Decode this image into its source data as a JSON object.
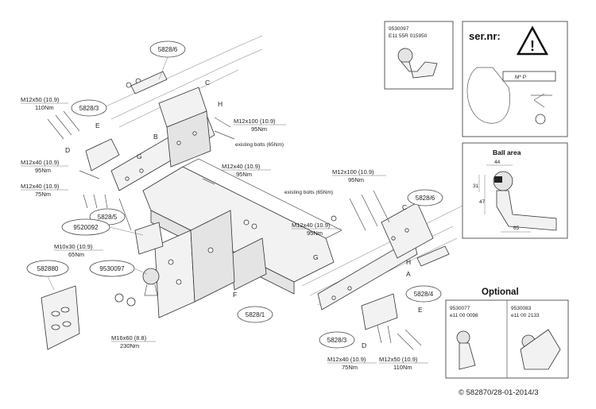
{
  "parts": {
    "p5828_6a": "5828/6",
    "p5828_3a": "5828/3",
    "p5828_5": "5828/5",
    "p9520092": "9520092",
    "p9530097": "9530097",
    "p582880": "582880",
    "p5828_1": "5828/1",
    "p5828_3b": "5828/3",
    "p5828_4": "5828/4",
    "p5828_6b": "5828/6"
  },
  "letters": {
    "C1": "C",
    "H1": "H",
    "E1": "E",
    "D1": "D",
    "B": "B",
    "G1": "G",
    "C2": "C",
    "G2": "G",
    "H2": "H",
    "A": "A",
    "F": "F",
    "E2": "E",
    "D2": "D"
  },
  "bolts": {
    "b1_top": "M12x50 (10.9)",
    "b1_bot": "110Nm",
    "b2_top": "M12x100 (10.9)",
    "b2_bot": "95Nm",
    "b3_top": "M12x40 (10.9)",
    "b3_bot": "95Nm",
    "b4_top": "M12x40 (10.9)",
    "b4_bot": "75Nm",
    "b5_top": "M12x40 (10.9)",
    "b5_bot": "95Nm",
    "b6_top": "M12x100 (10.9)",
    "b6_bot": "95Nm",
    "b7_top": "M12x40 (10.9)",
    "b7_bot": "95Nm",
    "b8_top": "M10x30 (10.9)",
    "b8_bot": "65Nm",
    "b9_top": "M16x60 (8.8)",
    "b9_bot": "230Nm",
    "b10_top": "M12x40 (10.9)",
    "b10_bot": "75Nm",
    "b11_top": "M12x50 (10.9)",
    "b11_bot": "110Nm",
    "existing1": "existing bolts (65Nm)",
    "existing2": "existing bolts (65Nm)"
  },
  "ballbox": {
    "code": "9530097",
    "approval": "E11 55R 015950"
  },
  "sernr": {
    "title": "ser.nr:",
    "plate_text": "M* P"
  },
  "ball_area": {
    "title": "Ball area",
    "dim_44": "44",
    "dim_31": "31",
    "dim_47": "47",
    "dim_65": "65"
  },
  "optional": {
    "title": "Optional",
    "item1_code": "9530077",
    "item1_approval": "e11 00 0098",
    "item2_code": "9530083",
    "item2_approval": "e11 00 2133"
  },
  "footer": "© 582870/28-01-2014/3"
}
